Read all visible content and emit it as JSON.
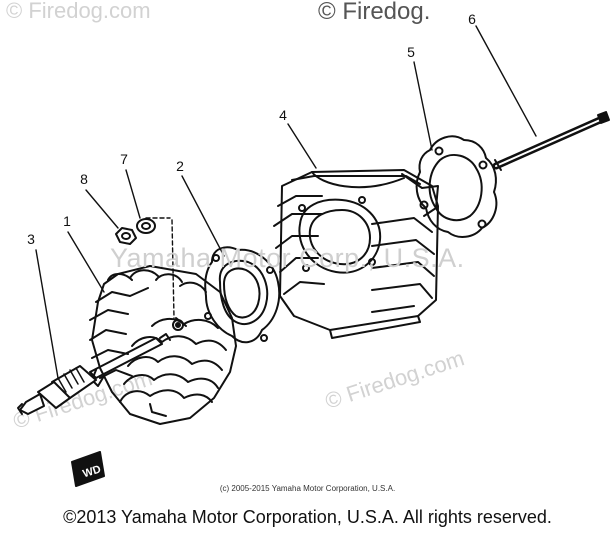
{
  "watermarks": {
    "top_left": "© Firedog.com",
    "top_right": "© Firedog.",
    "center": "Yamaha Motor Corp., U.S.A.",
    "right": "© Firedog.com",
    "left_bottom": "© Firedog.com"
  },
  "callouts": {
    "c1": "1",
    "c2": "2",
    "c3": "3",
    "c4": "4",
    "c5": "5",
    "c6": "6",
    "c7": "7",
    "c8": "8"
  },
  "fig_label": "WD",
  "copyright_small": "(c) 2005-2015 Yamaha Motor Corporation, U.S.A.",
  "copyright_main": "©2013 Yamaha Motor Corporation, U.S.A. All rights reserved.",
  "colors": {
    "line": "#111111",
    "watermark": "#d2d2d2",
    "background": "#ffffff"
  }
}
